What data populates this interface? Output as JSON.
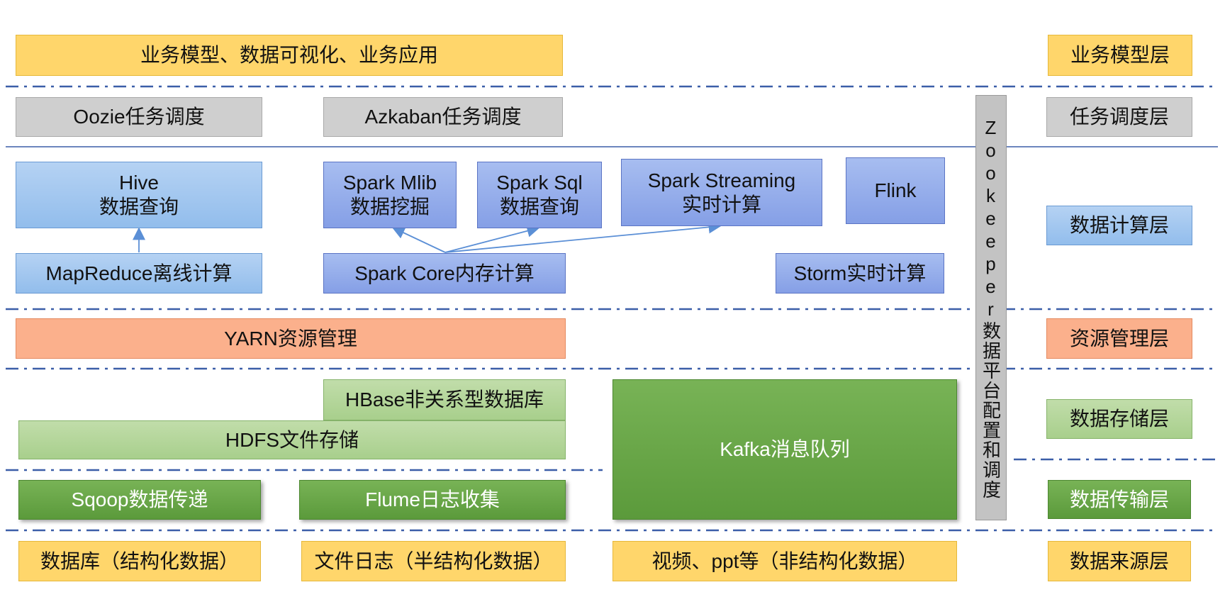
{
  "layers": {
    "business": "业务模型层",
    "scheduling": "任务调度层",
    "compute": "数据计算层",
    "resource": "资源管理层",
    "storage": "数据存储层",
    "transfer": "数据传输层",
    "source": "数据来源层"
  },
  "components": {
    "business_apps": "业务模型、数据可视化、业务应用",
    "oozie": "Oozie任务调度",
    "azkaban": "Azkaban任务调度",
    "hive": "Hive\n数据查询",
    "mapreduce": "MapReduce离线计算",
    "spark_mlib": "Spark Mlib\n数据挖掘",
    "spark_sql": "Spark Sql\n数据查询",
    "spark_streaming": "Spark Streaming\n实时计算",
    "flink": "Flink",
    "spark_core": "Spark Core内存计算",
    "storm": "Storm实时计算",
    "yarn": "YARN资源管理",
    "hbase": "HBase非关系型数据库",
    "hdfs": "HDFS文件存储",
    "kafka": "Kafka消息队列",
    "sqoop": "Sqoop数据传递",
    "flume": "Flume日志收集",
    "zookeeper": "Zookeeper数据平台配置和调度",
    "src_db": "数据库（结构化数据）",
    "src_log": "文件日志（半结构化数据）",
    "src_media": "视频、ppt等（非结构化数据）"
  },
  "colors": {
    "dash_line": "#3b5ea8",
    "arrow": "#5b8fd6"
  }
}
